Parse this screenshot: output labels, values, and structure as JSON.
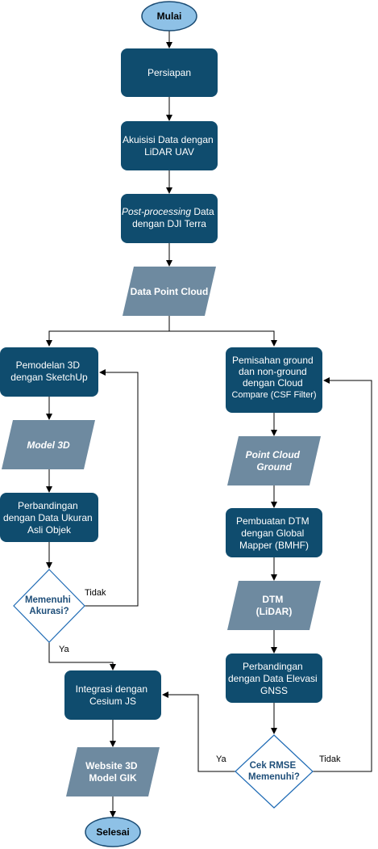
{
  "colors": {
    "process_fill": "#0f4c6e",
    "data_fill": "#6e8aa0",
    "terminal_fill": "#8ec1e6",
    "terminal_stroke": "#1a4b73",
    "decision_stroke": "#1f6bb5",
    "decision_text": "#1f4f7a",
    "arrow": "#000000"
  },
  "nodes": {
    "mulai": "Mulai",
    "persiapan": "Persiapan",
    "akuisisi": [
      "Akuisisi Data dengan",
      "LiDAR UAV"
    ],
    "postproc_italic": "Post-processing",
    "postproc_rest": " Data",
    "postproc_line2": "dengan DJI Terra",
    "point_cloud": "Data Point Cloud",
    "pemodelan": [
      "Pemodelan 3D",
      "dengan SketchUp"
    ],
    "model3d": "Model 3D",
    "perbandingan_ukuran": [
      "Perbandingan",
      "dengan Data Ukuran",
      "Asli Objek"
    ],
    "memenuhi": [
      "Memenuhi",
      "Akurasi?"
    ],
    "integrasi": [
      "Integrasi dengan",
      "Cesium JS"
    ],
    "website": [
      "Website 3D",
      "Model GIK"
    ],
    "selesai": "Selesai",
    "pemisahan": [
      "Pemisahan ground",
      "dan non-ground",
      "dengan Cloud",
      "Compare (CSF Filter)"
    ],
    "pc_ground": [
      "Point Cloud",
      "Ground"
    ],
    "dtm_build": [
      "Pembuatan DTM",
      "dengan Global",
      "Mapper (BMHF)"
    ],
    "dtm_lidar": [
      "DTM",
      "(LiDAR)"
    ],
    "perbandingan_elevasi": [
      "Perbandingan",
      "dengan Data Elevasi",
      "GNSS"
    ],
    "cek_rmse": [
      "Cek RMSE",
      "Memenuhi?"
    ]
  },
  "edge_labels": {
    "left_no": "Tidak",
    "left_yes": "Ya",
    "right_yes": "Ya",
    "right_no": "Tidak"
  }
}
